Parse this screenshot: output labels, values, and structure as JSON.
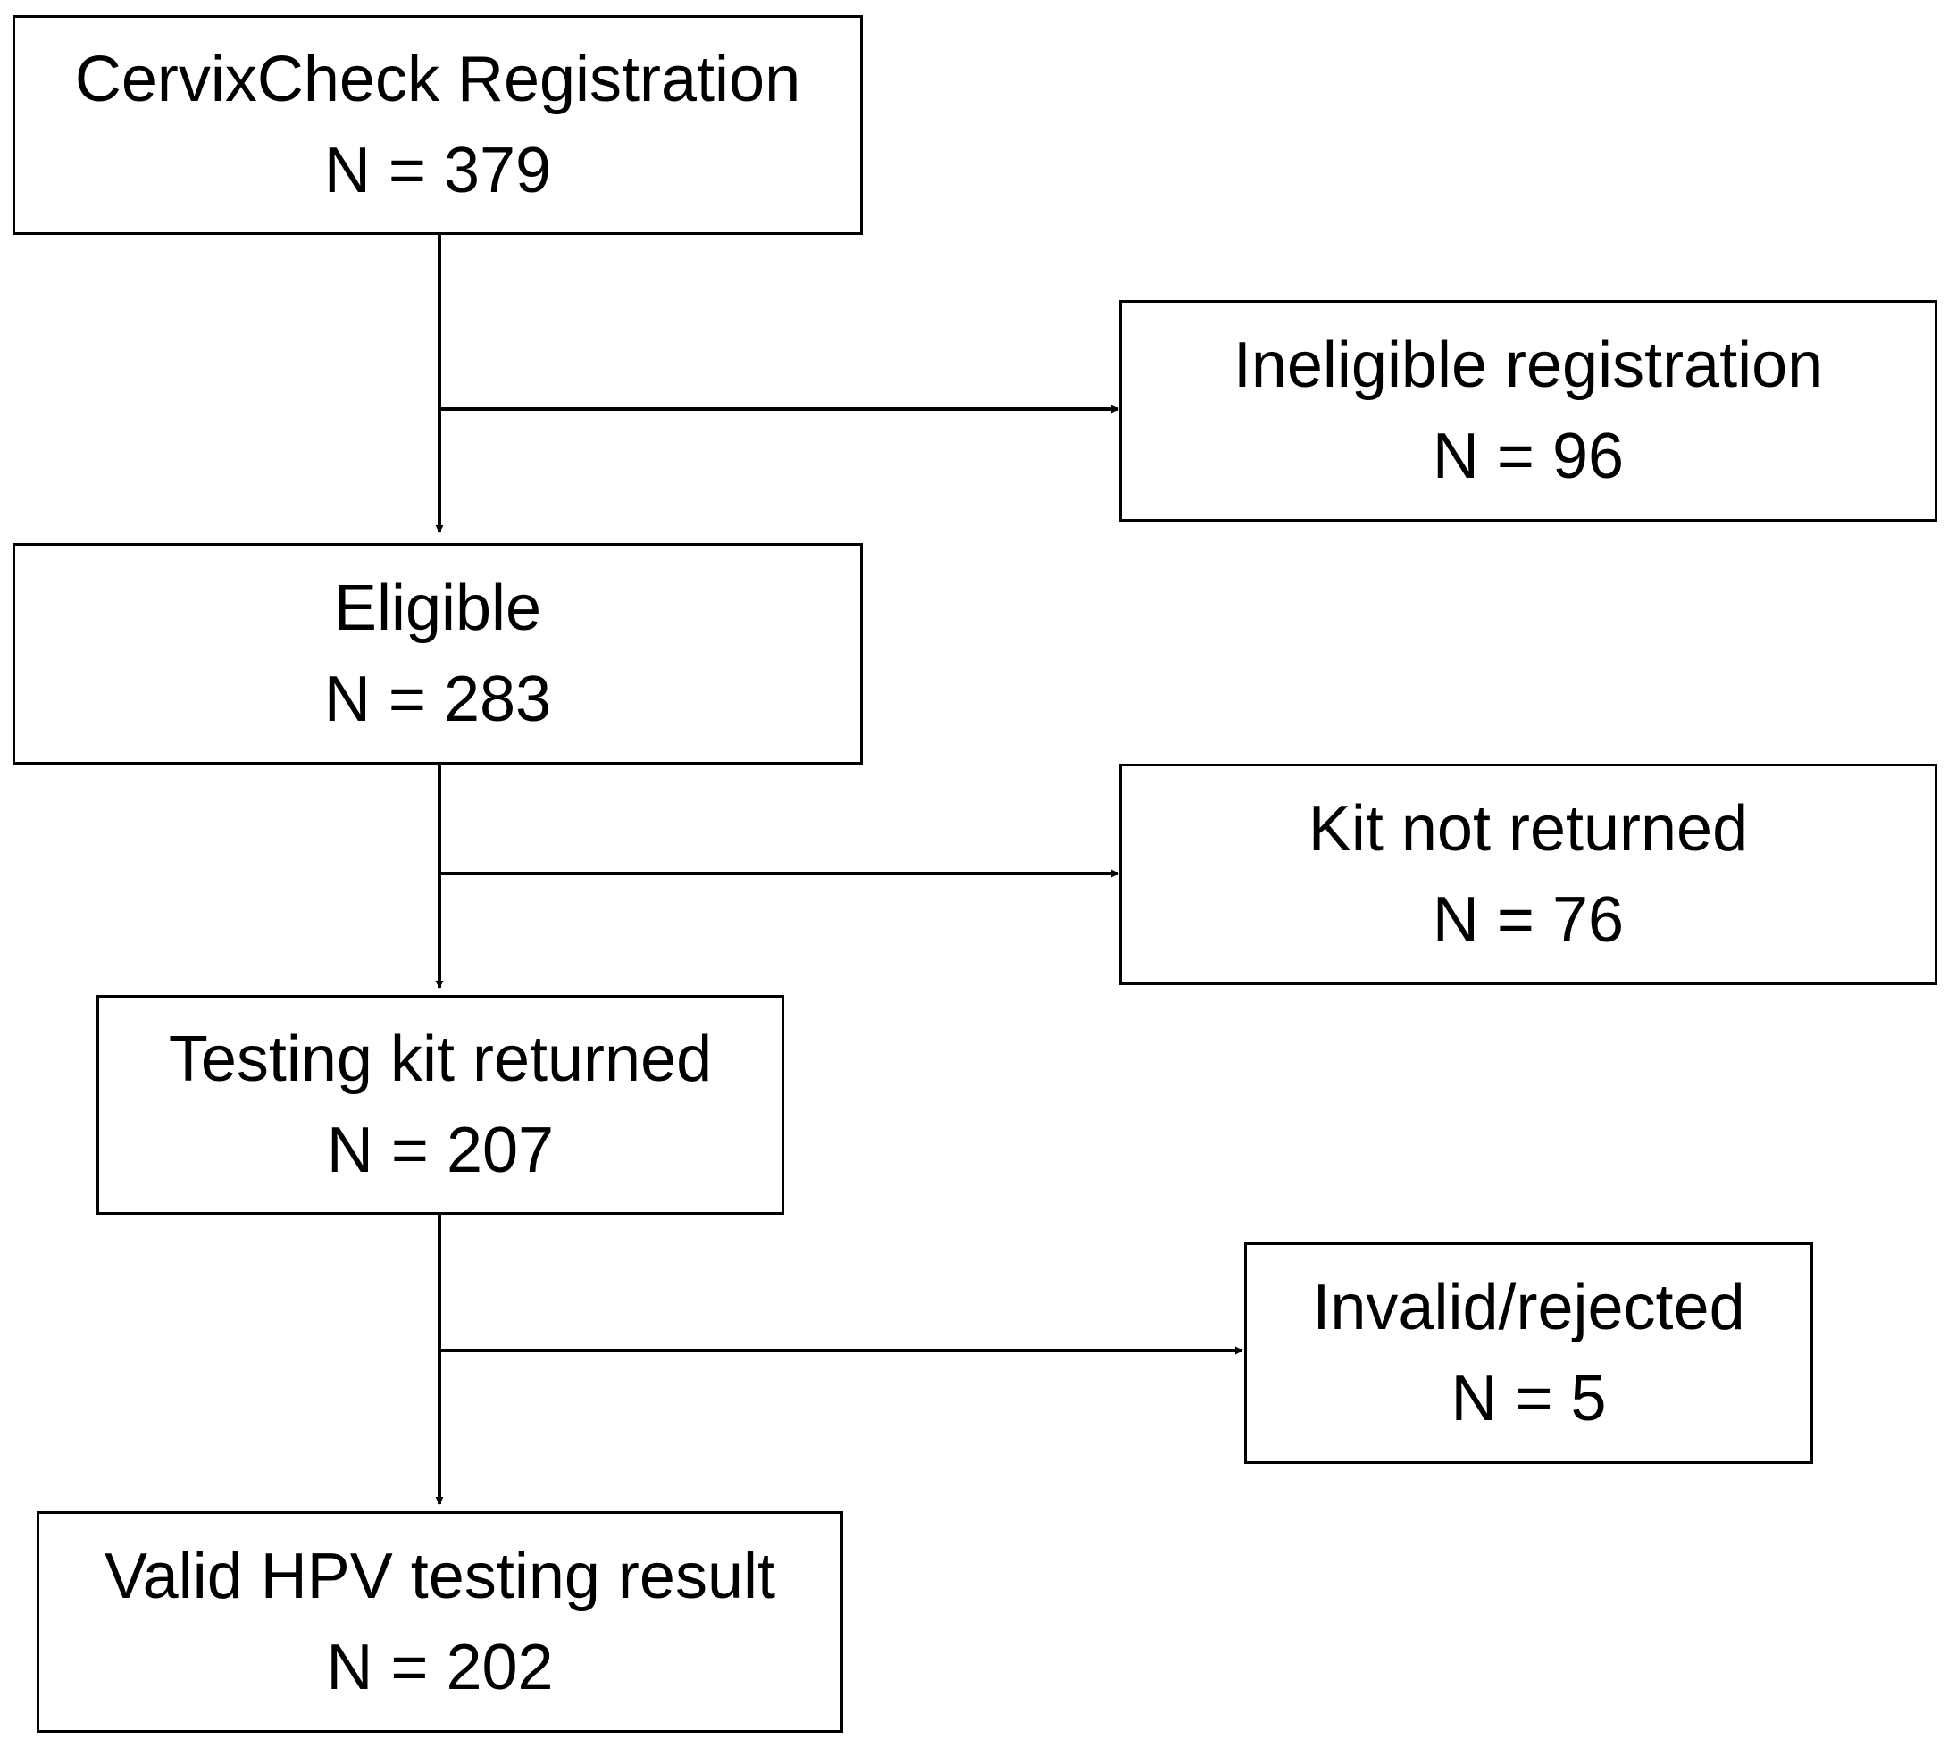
{
  "flow": {
    "registration": {
      "label": "CervixCheck Registration",
      "count": "N = 379"
    },
    "ineligible": {
      "label": "Ineligible registration",
      "count": "N = 96"
    },
    "eligible": {
      "label": "Eligible",
      "count": "N = 283"
    },
    "kit_not_returned": {
      "label": "Kit not returned",
      "count": "N = 76"
    },
    "kit_returned": {
      "label": "Testing kit returned",
      "count": "N = 207"
    },
    "invalid": {
      "label": "Invalid/rejected",
      "count": "N = 5"
    },
    "valid_result": {
      "label": "Valid HPV testing result",
      "count": "N = 202"
    }
  },
  "colors": {
    "line": "#000000",
    "box_border": "#000000",
    "background": "#ffffff"
  }
}
